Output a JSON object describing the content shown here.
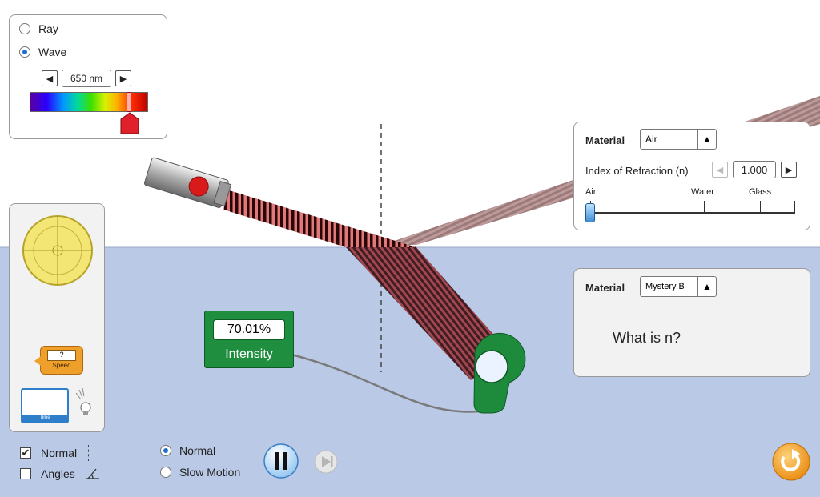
{
  "view_mode": {
    "options": [
      {
        "label": "Ray",
        "selected": false
      },
      {
        "label": "Wave",
        "selected": true
      }
    ],
    "wavelength": "650 nm"
  },
  "top_material": {
    "label": "Material",
    "value": "Air",
    "index_label": "Index of Refraction (n)",
    "index_value": "1.000",
    "slider_ticks": [
      "Air",
      "Water",
      "Glass"
    ],
    "slider_level": 0.0
  },
  "bottom_material": {
    "label": "Material",
    "value": "Mystery B",
    "question": "What is n?"
  },
  "intensity_meter": {
    "value": "70.01%",
    "label": "Intensity"
  },
  "tools": {
    "speed_value": "?",
    "speed_label": "Speed",
    "time_label": "Time"
  },
  "checkboxes": [
    {
      "label": "Normal",
      "checked": true
    },
    {
      "label": "Angles",
      "checked": false
    }
  ],
  "speed_options": [
    {
      "label": "Normal",
      "selected": true
    },
    {
      "label": "Slow Motion",
      "selected": false
    }
  ],
  "colors": {
    "top_medium": "#ffffff",
    "bottom_medium": "#b9c9e6",
    "beam": "#c01818",
    "meter_green": "#1f8f3f",
    "reset_orange": "#f39a1e"
  }
}
